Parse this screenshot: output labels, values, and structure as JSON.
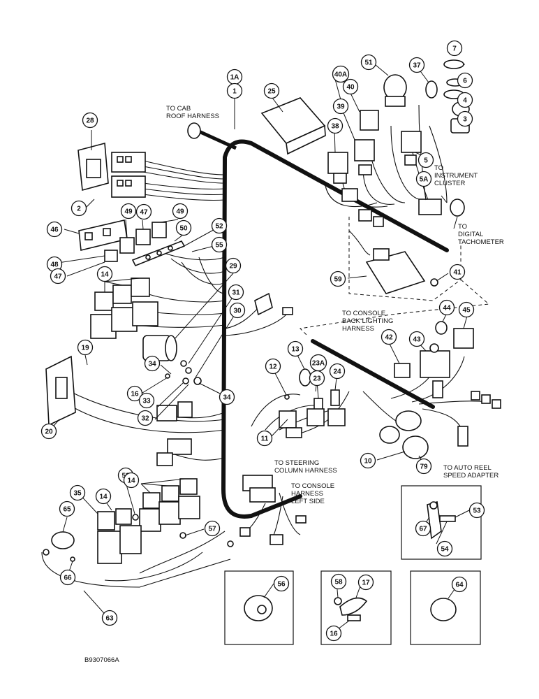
{
  "diagram": {
    "drawing_code": "B9307066A",
    "notes": [
      "TO CAB|ROOF HARNESS",
      "TO|INSTRUMENT|CLUSTER",
      "TO|DIGITAL|TACHOMETER",
      "TO CONSOLE|BACK LIGHTING|HARNESS",
      "TO STEERING|COLUMN HARNESS",
      "TO CONSOLE|HARNESS|LEFT SIDE",
      "TO AUTO REEL|SPEED ADAPTER"
    ],
    "callouts": [
      "1A",
      "1",
      "25",
      "28",
      "2",
      "46",
      "49",
      "47",
      "49",
      "48",
      "47",
      "50",
      "52",
      "55",
      "14",
      "29",
      "31",
      "30",
      "19",
      "34",
      "16",
      "33",
      "32",
      "20",
      "34",
      "51",
      "40A",
      "37",
      "7",
      "6",
      "4",
      "3",
      "40",
      "39",
      "38",
      "5",
      "5A",
      "59",
      "41",
      "44",
      "45",
      "43",
      "42",
      "13",
      "12",
      "23A",
      "23",
      "24",
      "11",
      "10",
      "79",
      "58",
      "14",
      "35",
      "14",
      "65",
      "66",
      "57",
      "63",
      "53",
      "67",
      "54",
      "56",
      "58",
      "17",
      "16",
      "64"
    ]
  }
}
